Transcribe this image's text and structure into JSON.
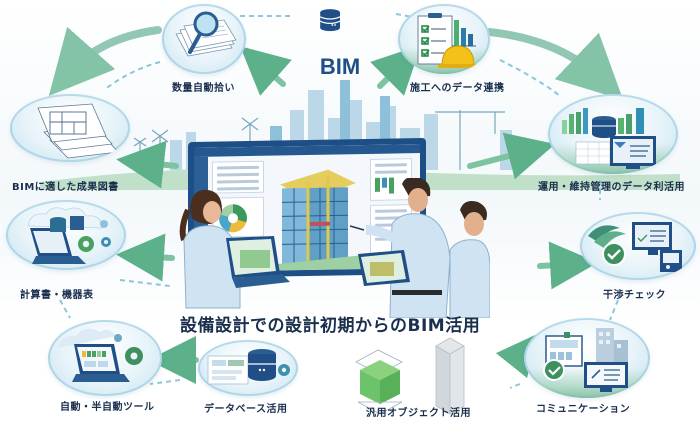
{
  "title": "設備設計での設計初期からのBIM活用",
  "center": {
    "logo_label": "BIM",
    "logo_icon": "database-icon"
  },
  "nodes": [
    {
      "id": "quantity-takeoff",
      "label": "数量自動拾い",
      "icon": "magnifier-documents-icon"
    },
    {
      "id": "construction-data",
      "label": "施工へのデータ連携",
      "icon": "checklist-hardhat-icon"
    },
    {
      "id": "drawings",
      "label": "BIMに適した成果図書",
      "icon": "floorplan-drawings-icon"
    },
    {
      "id": "operation-maintenance",
      "label": "運用・維持管理のデータ利活用",
      "icon": "database-charts-monitor-icon"
    },
    {
      "id": "calc-equipment",
      "label": "計算書・機器表",
      "icon": "laptop-gears-icon"
    },
    {
      "id": "clash-check",
      "label": "干渉チェック",
      "icon": "checkmark-monitor-icon"
    },
    {
      "id": "auto-tools",
      "label": "自動・半自動ツール",
      "icon": "laptop-gear-icon"
    },
    {
      "id": "database-use",
      "label": "データベース活用",
      "icon": "database-documents-icon"
    },
    {
      "id": "generic-objects",
      "label": "汎用オブジェクト活用",
      "icon": "3d-box-objects-icon"
    },
    {
      "id": "communication",
      "label": "コミュニケーション",
      "icon": "checkmark-monitor-buildings-icon"
    }
  ],
  "colors": {
    "title": "#1a2f4d",
    "bim_blue": "#1f4f86",
    "arrow_green": "#5cb08a",
    "arrow_teal": "#4a9fae",
    "bubble_edge": "#8cc3dc",
    "accent_green": "#6cc46a",
    "accent_yellow": "#f0b93a"
  }
}
